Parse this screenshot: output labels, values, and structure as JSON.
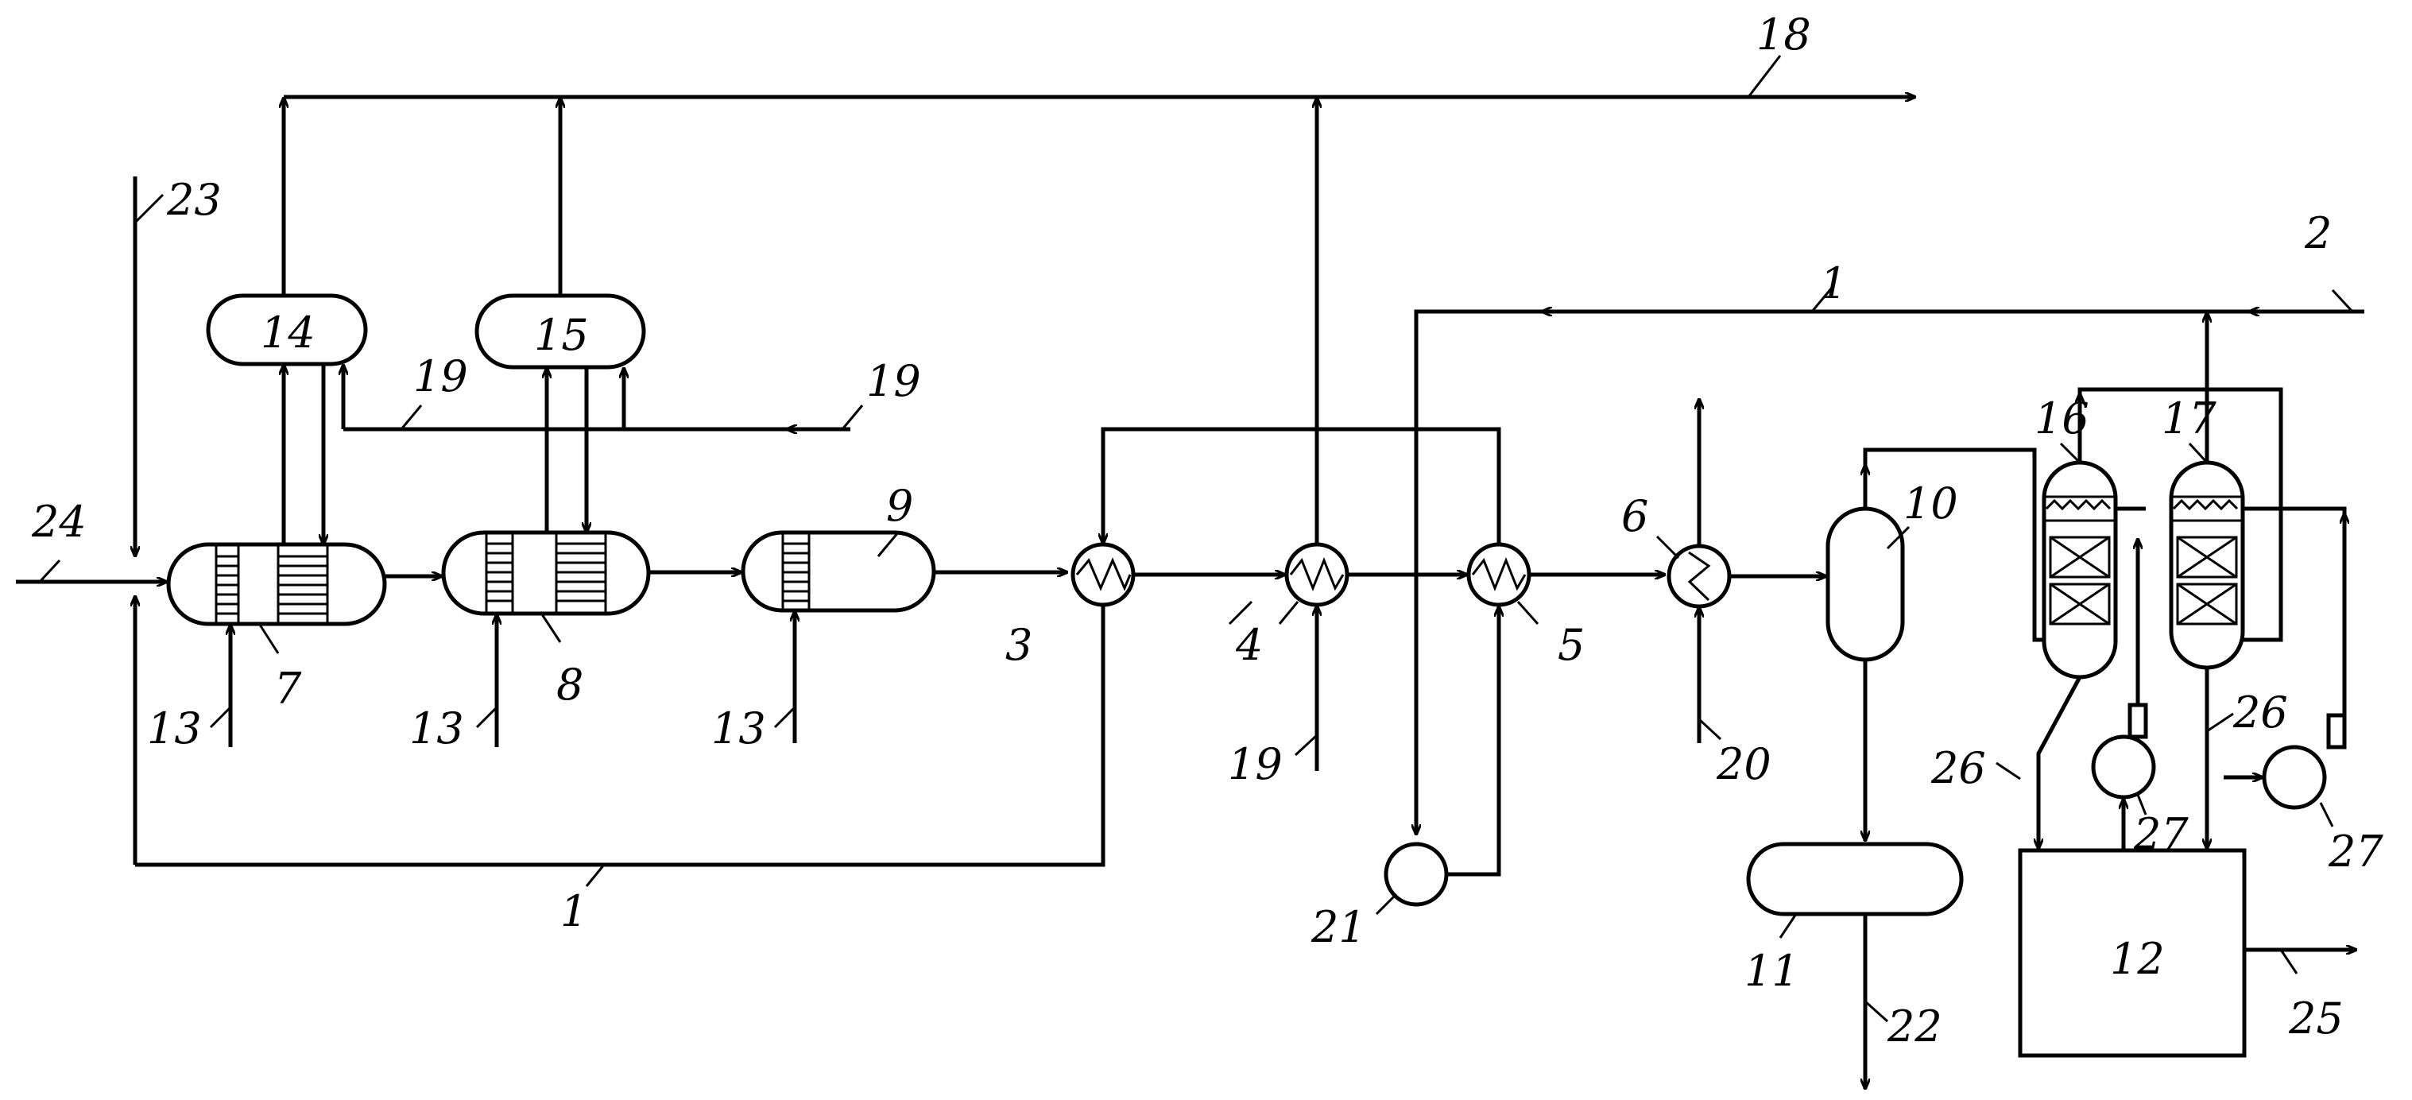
{
  "labels": {
    "l1a": "1",
    "l1b": "1",
    "l2": "2",
    "l3": "3",
    "l4": "4",
    "l5": "5",
    "l6": "6",
    "l7": "7",
    "l8": "8",
    "l9": "9",
    "l10": "10",
    "l11": "11",
    "l12": "12",
    "l13a": "13",
    "l13b": "13",
    "l13c": "13",
    "l14": "14",
    "l15": "15",
    "l16": "16",
    "l17": "17",
    "l18": "18",
    "l19a": "19",
    "l19b": "19",
    "l19c": "19",
    "l20": "20",
    "l21": "21",
    "l22": "22",
    "l23": "23",
    "l24": "24",
    "l25": "25",
    "l26a": "26",
    "l26b": "26",
    "l27a": "27",
    "l27b": "27"
  }
}
